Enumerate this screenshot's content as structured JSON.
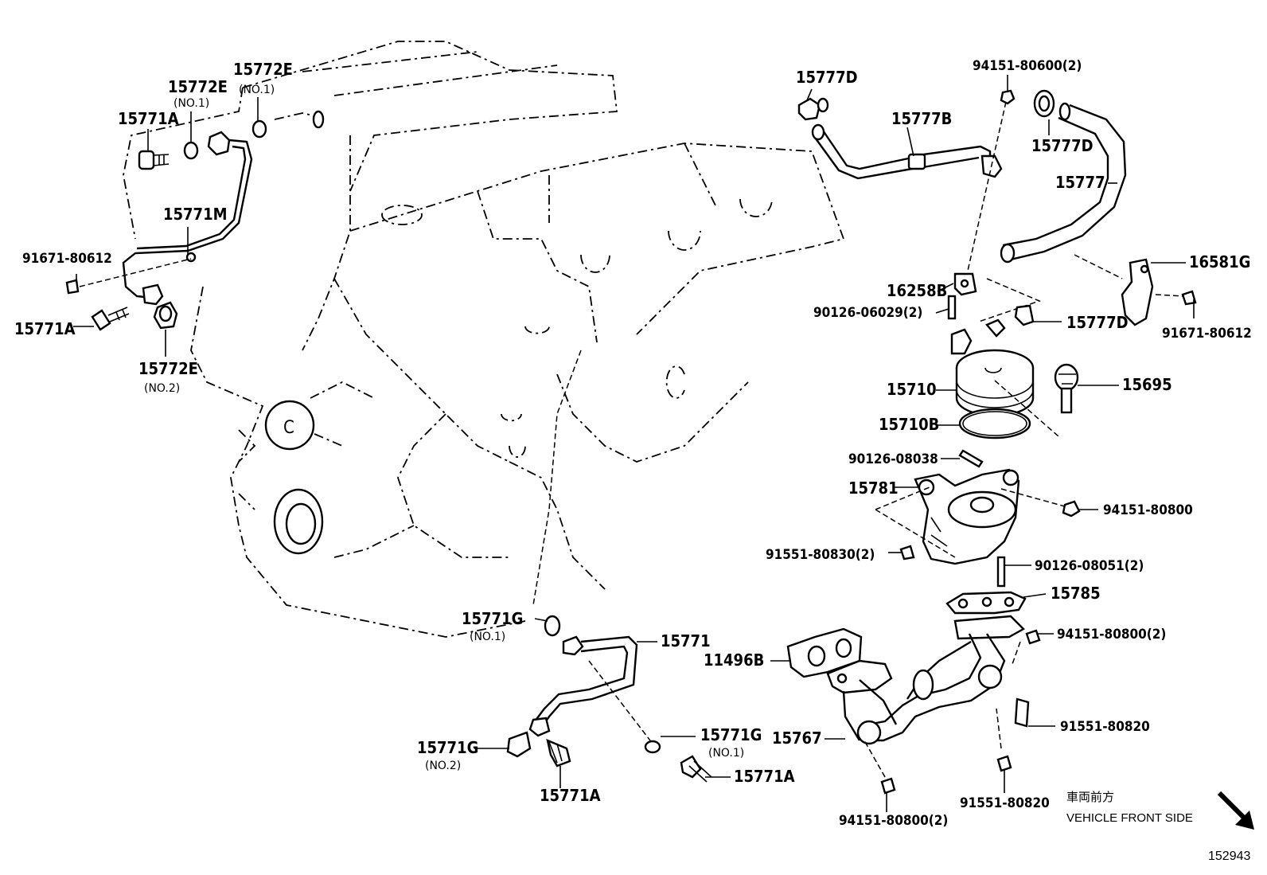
{
  "diagram_id": "152943",
  "labels": [
    {
      "id": "l1",
      "text": "15771A"
    },
    {
      "id": "l2",
      "text": "15772E",
      "sub": "(NO.1)"
    },
    {
      "id": "l3",
      "text": "15772E",
      "sub": "(NO.1)"
    },
    {
      "id": "l4",
      "text": "15771M"
    },
    {
      "id": "l5",
      "text": "91671-80612"
    },
    {
      "id": "l6",
      "text": "15771A"
    },
    {
      "id": "l7",
      "text": "15772E",
      "sub": "(NO.2)"
    },
    {
      "id": "l8",
      "text": "15777D"
    },
    {
      "id": "l9",
      "text": "94151-80600(2)"
    },
    {
      "id": "l10",
      "text": "15777B"
    },
    {
      "id": "l11",
      "text": "15777D"
    },
    {
      "id": "l12",
      "text": "15777"
    },
    {
      "id": "l13",
      "text": "16581G"
    },
    {
      "id": "l14",
      "text": "16258B"
    },
    {
      "id": "l15",
      "text": "90126-06029(2)"
    },
    {
      "id": "l16",
      "text": "15777D"
    },
    {
      "id": "l17",
      "text": "91671-80612"
    },
    {
      "id": "l18",
      "text": "15710"
    },
    {
      "id": "l19",
      "text": "15695"
    },
    {
      "id": "l20",
      "text": "15710B"
    },
    {
      "id": "l21",
      "text": "90126-08038"
    },
    {
      "id": "l22",
      "text": "15781"
    },
    {
      "id": "l23",
      "text": "94151-80800"
    },
    {
      "id": "l24",
      "text": "91551-80830(2)"
    },
    {
      "id": "l25",
      "text": "90126-08051(2)"
    },
    {
      "id": "l26",
      "text": "15785"
    },
    {
      "id": "l27",
      "text": "15771G",
      "sub": "(NO.1)"
    },
    {
      "id": "l28",
      "text": "15771"
    },
    {
      "id": "l29",
      "text": "94151-80800(2)"
    },
    {
      "id": "l30",
      "text": "11496B"
    },
    {
      "id": "l31",
      "text": "15771G",
      "sub": "(NO.1)"
    },
    {
      "id": "l32",
      "text": "15767"
    },
    {
      "id": "l33",
      "text": "91551-80820"
    },
    {
      "id": "l34",
      "text": "15771G",
      "sub": "(NO.2)"
    },
    {
      "id": "l35",
      "text": "15771A"
    },
    {
      "id": "l36",
      "text": "15771A"
    },
    {
      "id": "l37",
      "text": "91551-80820"
    },
    {
      "id": "l38",
      "text": "94151-80800(2)"
    }
  ],
  "direction": {
    "jp": "車両前方",
    "en": "VEHICLE FRONT SIDE"
  }
}
